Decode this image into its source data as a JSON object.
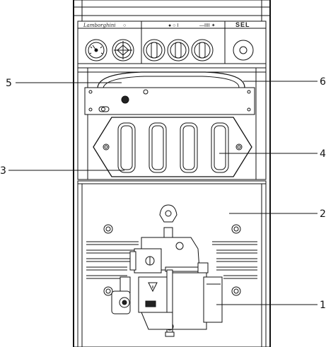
{
  "control_panel": {
    "brand": "Lamborghini",
    "indicator_left": "○",
    "switch_symbols": "● ○ I",
    "thermostat_symbols": "—IIII ✦",
    "selector_label": "SEL"
  },
  "callouts": [
    {
      "id": "1",
      "label": "1"
    },
    {
      "id": "2",
      "label": "2"
    },
    {
      "id": "3",
      "label": "3"
    },
    {
      "id": "4",
      "label": "4"
    },
    {
      "id": "5",
      "label": "5"
    },
    {
      "id": "6",
      "label": "6"
    }
  ]
}
